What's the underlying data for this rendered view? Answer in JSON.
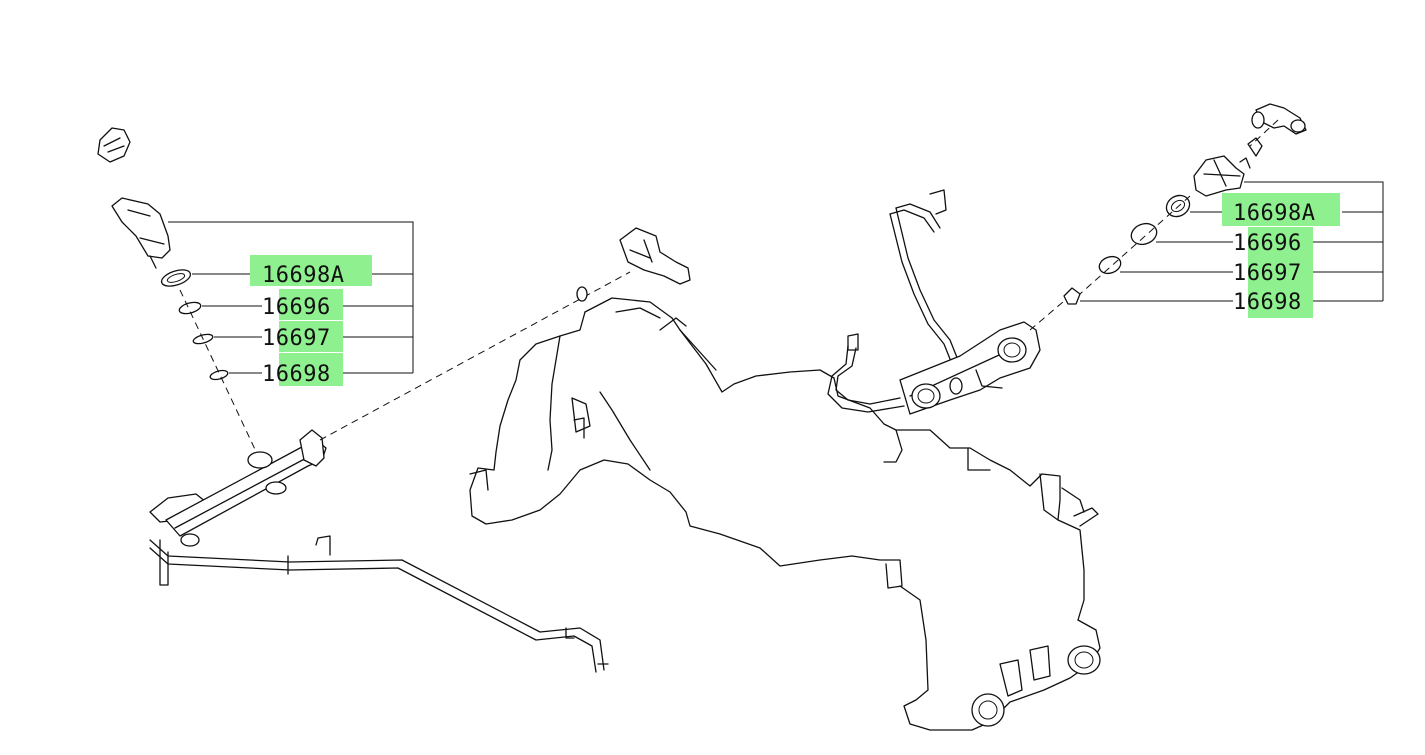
{
  "left_callouts": [
    {
      "label": "16698A",
      "highlight": "full"
    },
    {
      "label": "16696",
      "highlight": "partial"
    },
    {
      "label": "16697",
      "highlight": "partial"
    },
    {
      "label": "16698",
      "highlight": "partial"
    }
  ],
  "right_callouts": [
    {
      "label": "16698A",
      "highlight": "full"
    },
    {
      "label": "16696",
      "highlight": "partial"
    },
    {
      "label": "16697",
      "highlight": "partial"
    },
    {
      "label": "16698",
      "highlight": "partial"
    }
  ],
  "colors": {
    "highlight": "#8ef08e",
    "line": "#111111",
    "background": "#ffffff"
  }
}
